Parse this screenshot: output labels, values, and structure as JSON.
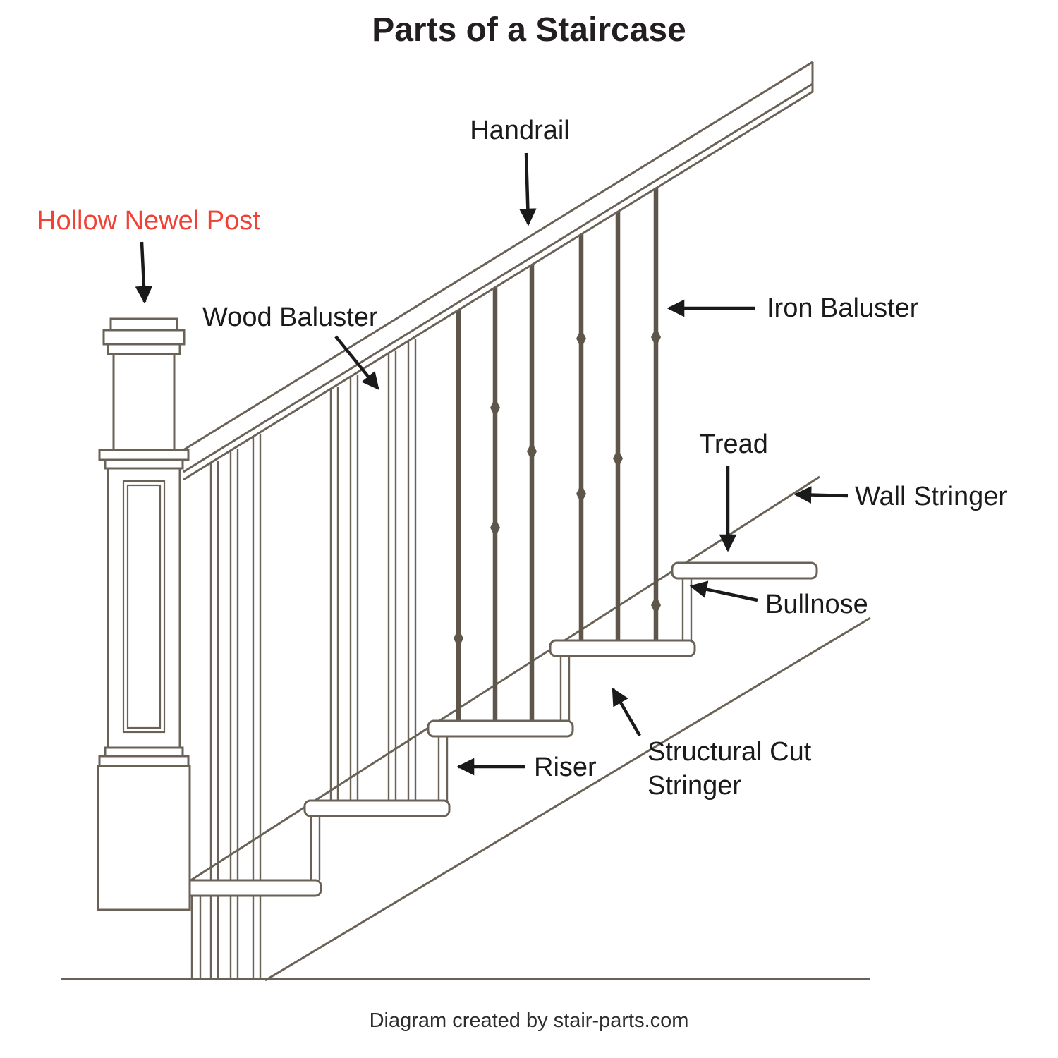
{
  "title": "Parts of a Staircase",
  "footer_credit": "Diagram created by stair-parts.com",
  "colors": {
    "drawing_line": "#6a6257",
    "iron_baluster": "#5e564a",
    "label_text": "#1a1a1a",
    "highlight_label": "#ef4136",
    "background": "#ffffff"
  },
  "labels": {
    "handrail": "Handrail",
    "hollow_newel_post": "Hollow Newel Post",
    "wood_baluster": "Wood Baluster",
    "iron_baluster": "Iron Baluster",
    "tread": "Tread",
    "wall_stringer": "Wall Stringer",
    "bullnose": "Bullnose",
    "riser": "Riser",
    "structural_cut_stringer_line1": "Structural Cut",
    "structural_cut_stringer_line2": "Stringer"
  }
}
